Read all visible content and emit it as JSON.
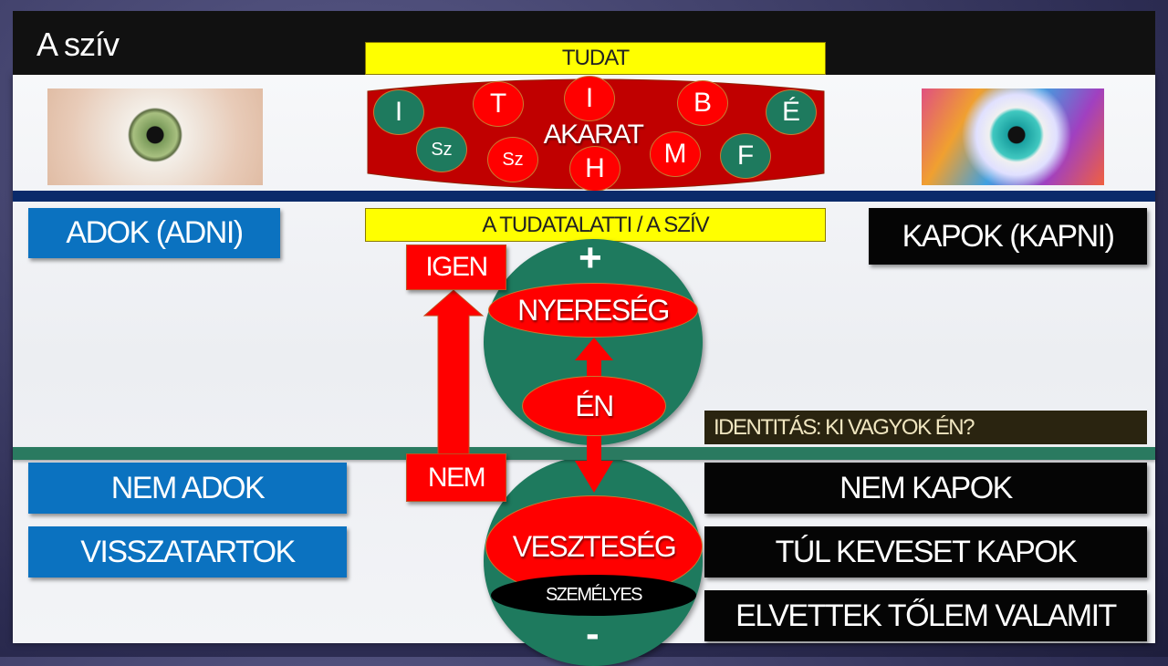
{
  "title": "A szív",
  "tudat": "TUDAT",
  "akarat": {
    "label": "AKARAT",
    "bubbles": [
      {
        "t": "I",
        "c": "green"
      },
      {
        "t": "Sz",
        "c": "green"
      },
      {
        "t": "T",
        "c": "red"
      },
      {
        "t": "Sz",
        "c": "red"
      },
      {
        "t": "I",
        "c": "red"
      },
      {
        "t": "H",
        "c": "red"
      },
      {
        "t": "B",
        "c": "red"
      },
      {
        "t": "M",
        "c": "red"
      },
      {
        "t": "É",
        "c": "green"
      },
      {
        "t": "F",
        "c": "green"
      }
    ]
  },
  "tudatalatti": "A TUDATALATTI / A SZÍV",
  "left": {
    "adok": "ADOK (ADNI)",
    "nem_adok": "NEM ADOK",
    "visszatartok": "VISSZATARTOK"
  },
  "right": {
    "kapok": "KAPOK (KAPNI)",
    "identitas": "IDENTITÁS: KI VAGYOK ÉN?",
    "nem_kapok": "NEM KAPOK",
    "tul_keveset": "TÚL KEVESET KAPOK",
    "elvettek": "ELVETTEK TŐLEM VALAMIT"
  },
  "center": {
    "igen": "IGEN",
    "nem": "NEM",
    "plus": "+",
    "minus": "-",
    "nyereseg": "NYERESÉG",
    "en": "ÉN",
    "veszteseg": "VESZTESÉG",
    "szemelyes": "SZEMÉLYES"
  },
  "colors": {
    "red": "#ff0000",
    "green": "#1e7a5e",
    "blue": "#0b72c0",
    "yellow": "#ffff00",
    "navy": "#0a2a6a"
  }
}
